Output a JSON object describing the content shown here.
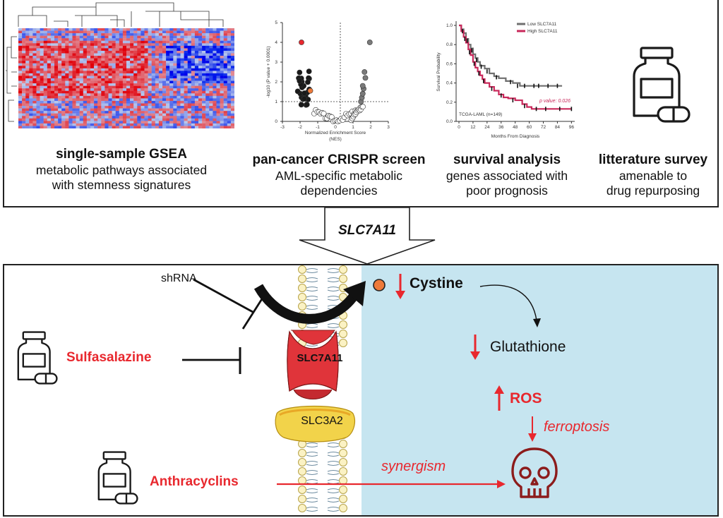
{
  "top_panel": {
    "captions": [
      {
        "title": "single-sample GSEA",
        "line1": "metabolic pathways associated",
        "line2": "with stemness signatures"
      },
      {
        "title": "pan-cancer CRISPR screen",
        "line1": "AML-specific metabolic",
        "line2": "dependencies"
      },
      {
        "title": "survival analysis",
        "line1": "genes associated with",
        "line2": "poor prognosis"
      },
      {
        "title": "litterature survey",
        "line1": "amenable to",
        "line2": "drug repurposing"
      }
    ],
    "volcano": {
      "xlabel": "Normalized Enrichment Score",
      "xlabel2": "(NES)",
      "ylabel": "-log10 (P value + 0.0001)",
      "xticks": [
        "-3",
        "-2",
        "-1",
        "0",
        "1",
        "2",
        "3"
      ],
      "yticks": [
        "0",
        "1",
        "2",
        "3",
        "4",
        "5"
      ]
    },
    "survival": {
      "ylabel": "Survival Probability",
      "xlabel": "Months From Diagnosis",
      "legend_low": "Low SLC7A11",
      "legend_high": "High SLC7A11",
      "pvalue": "p value: 0.026",
      "cohort": "TCGA-LAML (n=149)",
      "xticks": [
        "0",
        "12",
        "24",
        "36",
        "48",
        "60",
        "72",
        "84",
        "96"
      ],
      "yticks": [
        "0.0",
        "0.2",
        "0.4",
        "0.6",
        "0.8",
        "1.0"
      ],
      "colors": {
        "low": "#6f6f6f",
        "high": "#c8285a"
      }
    }
  },
  "gene": "SLC7A11",
  "bottom_panel": {
    "shrna": "shRNA",
    "sulfasalazine": "Sulfasalazine",
    "anthracyclins": "Anthracyclins",
    "transporter": "SLC7A11",
    "heavy_chain": "SLC3A2",
    "cystine": "Cystine",
    "glutathione": "Glutathione",
    "ros": "ROS",
    "ferroptosis": "ferroptosis",
    "synergism": "synergism",
    "colors": {
      "accent_red": "#e8282e",
      "cytoplasm": "#c6e5f0",
      "skull": "#8c1c1c"
    }
  }
}
